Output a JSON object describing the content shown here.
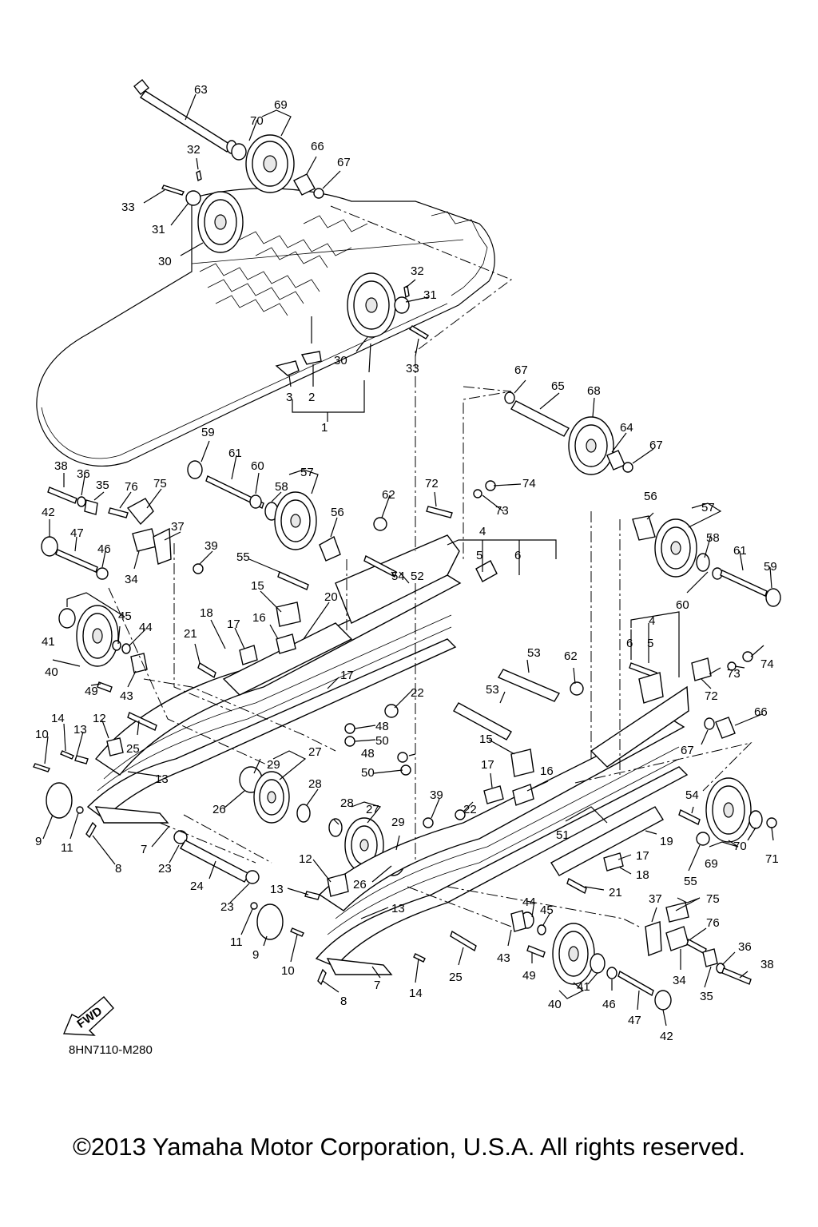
{
  "diagram": {
    "code": "8HN7110-M280",
    "fwd_label": "FWD",
    "copyright": "©2013 Yamaha Motor Corporation, U.S.A. All rights reserved."
  },
  "callouts": [
    {
      "id": "c63",
      "text": "63"
    },
    {
      "id": "c69",
      "text": "69"
    },
    {
      "id": "c70a",
      "text": "70"
    },
    {
      "id": "c66a",
      "text": "66"
    },
    {
      "id": "c67a",
      "text": "67"
    },
    {
      "id": "c32a",
      "text": "32"
    },
    {
      "id": "c33a",
      "text": "33"
    },
    {
      "id": "c31a",
      "text": "31"
    },
    {
      "id": "c30a",
      "text": "30"
    },
    {
      "id": "c32b",
      "text": "32"
    },
    {
      "id": "c31b",
      "text": "31"
    },
    {
      "id": "c30b",
      "text": "30"
    },
    {
      "id": "c33b",
      "text": "33"
    },
    {
      "id": "c3a",
      "text": "3"
    },
    {
      "id": "c2a",
      "text": "2"
    },
    {
      "id": "c1",
      "text": "1"
    },
    {
      "id": "c67b",
      "text": "67"
    },
    {
      "id": "c65",
      "text": "65"
    },
    {
      "id": "c68",
      "text": "68"
    },
    {
      "id": "c64",
      "text": "64"
    },
    {
      "id": "c67c",
      "text": "67"
    },
    {
      "id": "c59a",
      "text": "59"
    },
    {
      "id": "c61a",
      "text": "61"
    },
    {
      "id": "c60a",
      "text": "60"
    },
    {
      "id": "c57a",
      "text": "57"
    },
    {
      "id": "c58a",
      "text": "58"
    },
    {
      "id": "c38a",
      "text": "38"
    },
    {
      "id": "c36a",
      "text": "36"
    },
    {
      "id": "c35a",
      "text": "35"
    },
    {
      "id": "c76a",
      "text": "76"
    },
    {
      "id": "c75a",
      "text": "75"
    },
    {
      "id": "c42a",
      "text": "42"
    },
    {
      "id": "c47a",
      "text": "47"
    },
    {
      "id": "c46a",
      "text": "46"
    },
    {
      "id": "c34a",
      "text": "34"
    },
    {
      "id": "c37a",
      "text": "37"
    },
    {
      "id": "c39a",
      "text": "39"
    },
    {
      "id": "c56a",
      "text": "56"
    },
    {
      "id": "c62a",
      "text": "62"
    },
    {
      "id": "c72a",
      "text": "72"
    },
    {
      "id": "c74a",
      "text": "74"
    },
    {
      "id": "c73a",
      "text": "73"
    },
    {
      "id": "c4a",
      "text": "4"
    },
    {
      "id": "c5a",
      "text": "5"
    },
    {
      "id": "c6a",
      "text": "6"
    },
    {
      "id": "c54a",
      "text": "54"
    },
    {
      "id": "c52",
      "text": "52"
    },
    {
      "id": "c55a",
      "text": "55"
    },
    {
      "id": "c15a",
      "text": "15"
    },
    {
      "id": "c20",
      "text": "20"
    },
    {
      "id": "c16a",
      "text": "16"
    },
    {
      "id": "c18a",
      "text": "18"
    },
    {
      "id": "c17a",
      "text": "17"
    },
    {
      "id": "c21a",
      "text": "21"
    },
    {
      "id": "c41a",
      "text": "41"
    },
    {
      "id": "c40a",
      "text": "40"
    },
    {
      "id": "c45a",
      "text": "45"
    },
    {
      "id": "c44a",
      "text": "44"
    },
    {
      "id": "c43a",
      "text": "43"
    },
    {
      "id": "c49a",
      "text": "49"
    },
    {
      "id": "c17b",
      "text": "17"
    },
    {
      "id": "c56b",
      "text": "56"
    },
    {
      "id": "c57b",
      "text": "57"
    },
    {
      "id": "c58b",
      "text": "58"
    },
    {
      "id": "c61b",
      "text": "61"
    },
    {
      "id": "c59b",
      "text": "59"
    },
    {
      "id": "c60b",
      "text": "60"
    },
    {
      "id": "c4b",
      "text": "4"
    },
    {
      "id": "c6b",
      "text": "6"
    },
    {
      "id": "c5b",
      "text": "5"
    },
    {
      "id": "c73b",
      "text": "73"
    },
    {
      "id": "c74b",
      "text": "74"
    },
    {
      "id": "c53a",
      "text": "53"
    },
    {
      "id": "c62b",
      "text": "62"
    },
    {
      "id": "c72b",
      "text": "72"
    },
    {
      "id": "c22a",
      "text": "22"
    },
    {
      "id": "c48a",
      "text": "48"
    },
    {
      "id": "c50a",
      "text": "50"
    },
    {
      "id": "c14a",
      "text": "14"
    },
    {
      "id": "c12a",
      "text": "12"
    },
    {
      "id": "c10a",
      "text": "10"
    },
    {
      "id": "c13a",
      "text": "13"
    },
    {
      "id": "c25a",
      "text": "25"
    },
    {
      "id": "c13b",
      "text": "13"
    },
    {
      "id": "c53b",
      "text": "53"
    },
    {
      "id": "c66b",
      "text": "66"
    },
    {
      "id": "c67d",
      "text": "67"
    },
    {
      "id": "c29a",
      "text": "29"
    },
    {
      "id": "c27a",
      "text": "27"
    },
    {
      "id": "c28a",
      "text": "28"
    },
    {
      "id": "c26a",
      "text": "26"
    },
    {
      "id": "c9a",
      "text": "9"
    },
    {
      "id": "c11a",
      "text": "11"
    },
    {
      "id": "c7a",
      "text": "7"
    },
    {
      "id": "c8a",
      "text": "8"
    },
    {
      "id": "c48b",
      "text": "48"
    },
    {
      "id": "c50b",
      "text": "50"
    },
    {
      "id": "c15b",
      "text": "15"
    },
    {
      "id": "c17c",
      "text": "17"
    },
    {
      "id": "c16b",
      "text": "16"
    },
    {
      "id": "c22b",
      "text": "22"
    },
    {
      "id": "c39b",
      "text": "39"
    },
    {
      "id": "c28b",
      "text": "28"
    },
    {
      "id": "c27b",
      "text": "27"
    },
    {
      "id": "c29b",
      "text": "29"
    },
    {
      "id": "c54b",
      "text": "54"
    },
    {
      "id": "c51",
      "text": "51"
    },
    {
      "id": "c19",
      "text": "19"
    },
    {
      "id": "c70b",
      "text": "70"
    },
    {
      "id": "c71",
      "text": "71"
    },
    {
      "id": "c69b",
      "text": "69"
    },
    {
      "id": "c55b",
      "text": "55"
    },
    {
      "id": "c23a",
      "text": "23"
    },
    {
      "id": "c24",
      "text": "24"
    },
    {
      "id": "c23b",
      "text": "23"
    },
    {
      "id": "c12b",
      "text": "12"
    },
    {
      "id": "c26b",
      "text": "26"
    },
    {
      "id": "c17d",
      "text": "17"
    },
    {
      "id": "c18b",
      "text": "18"
    },
    {
      "id": "c21b",
      "text": "21"
    },
    {
      "id": "c13c",
      "text": "13"
    },
    {
      "id": "c13d",
      "text": "13"
    },
    {
      "id": "c11b",
      "text": "11"
    },
    {
      "id": "c9b",
      "text": "9"
    },
    {
      "id": "c10b",
      "text": "10"
    },
    {
      "id": "c8b",
      "text": "8"
    },
    {
      "id": "c7b",
      "text": "7"
    },
    {
      "id": "c14b",
      "text": "14"
    },
    {
      "id": "c25b",
      "text": "25"
    },
    {
      "id": "c44b",
      "text": "44"
    },
    {
      "id": "c45b",
      "text": "45"
    },
    {
      "id": "c43b",
      "text": "43"
    },
    {
      "id": "c49b",
      "text": "49"
    },
    {
      "id": "c41b",
      "text": "41"
    },
    {
      "id": "c40b",
      "text": "40"
    },
    {
      "id": "c46b",
      "text": "46"
    },
    {
      "id": "c47b",
      "text": "47"
    },
    {
      "id": "c42b",
      "text": "42"
    },
    {
      "id": "c37b",
      "text": "37"
    },
    {
      "id": "c75b",
      "text": "75"
    },
    {
      "id": "c76b",
      "text": "76"
    },
    {
      "id": "c34b",
      "text": "34"
    },
    {
      "id": "c36b",
      "text": "36"
    },
    {
      "id": "c38b",
      "text": "38"
    },
    {
      "id": "c35b",
      "text": "35"
    }
  ]
}
